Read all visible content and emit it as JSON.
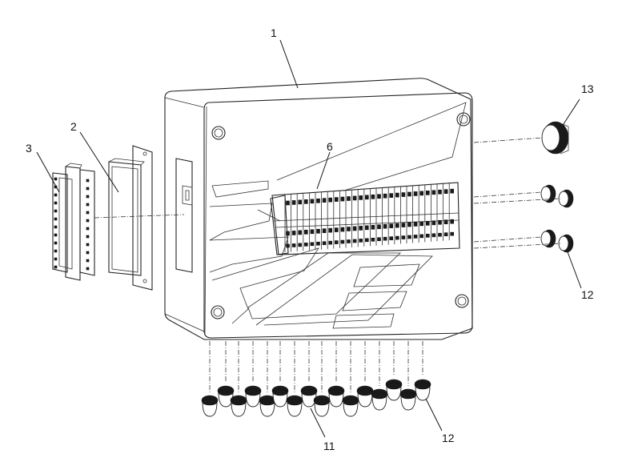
{
  "callouts": [
    {
      "id": "c1",
      "label": "1"
    },
    {
      "id": "c2",
      "label": "2"
    },
    {
      "id": "c3",
      "label": "3"
    },
    {
      "id": "c6",
      "label": "6"
    },
    {
      "id": "c11",
      "label": "11"
    },
    {
      "id": "c12a",
      "label": "12"
    },
    {
      "id": "c12b",
      "label": "12"
    },
    {
      "id": "c13",
      "label": "13"
    }
  ]
}
